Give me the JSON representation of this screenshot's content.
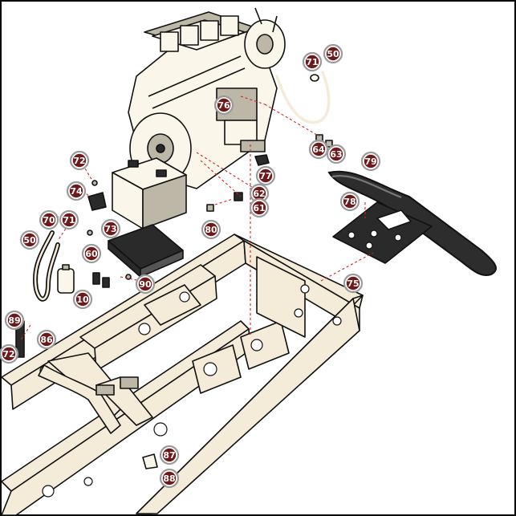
{
  "diagram": {
    "callouts": [
      {
        "id": "c-71a",
        "label": "71"
      },
      {
        "id": "c-50a",
        "label": "50"
      },
      {
        "id": "c-76",
        "label": "76"
      },
      {
        "id": "c-64",
        "label": "64"
      },
      {
        "id": "c-63",
        "label": "63"
      },
      {
        "id": "c-79",
        "label": "79"
      },
      {
        "id": "c-72a",
        "label": "72"
      },
      {
        "id": "c-74",
        "label": "74"
      },
      {
        "id": "c-77",
        "label": "77"
      },
      {
        "id": "c-62",
        "label": "62"
      },
      {
        "id": "c-61",
        "label": "61"
      },
      {
        "id": "c-78",
        "label": "78"
      },
      {
        "id": "c-70",
        "label": "70"
      },
      {
        "id": "c-71b",
        "label": "71"
      },
      {
        "id": "c-50b",
        "label": "50"
      },
      {
        "id": "c-73",
        "label": "73"
      },
      {
        "id": "c-80",
        "label": "80"
      },
      {
        "id": "c-60",
        "label": "60"
      },
      {
        "id": "c-90",
        "label": "90"
      },
      {
        "id": "c-10",
        "label": "10"
      },
      {
        "id": "c-75",
        "label": "75"
      },
      {
        "id": "c-89",
        "label": "89"
      },
      {
        "id": "c-86",
        "label": "86"
      },
      {
        "id": "c-72b",
        "label": "72"
      },
      {
        "id": "c-87",
        "label": "87"
      },
      {
        "id": "c-88",
        "label": "88"
      }
    ]
  }
}
